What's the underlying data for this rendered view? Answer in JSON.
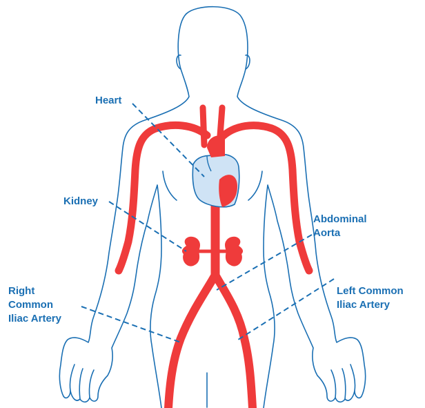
{
  "colors": {
    "outline": "#1a6fb3",
    "artery": "#ef3b3b",
    "heart_fill": "#cfe3f5",
    "label": "#1a6fb3"
  },
  "labels": {
    "heart": "Heart",
    "kidney": "Kidney",
    "abdominal_aorta": [
      "Abdominal",
      "Aorta"
    ],
    "right_common_iliac": [
      "Right",
      "Common",
      "Iliac Artery"
    ],
    "left_common_iliac": [
      "Left Common",
      "Iliac Artery"
    ]
  }
}
